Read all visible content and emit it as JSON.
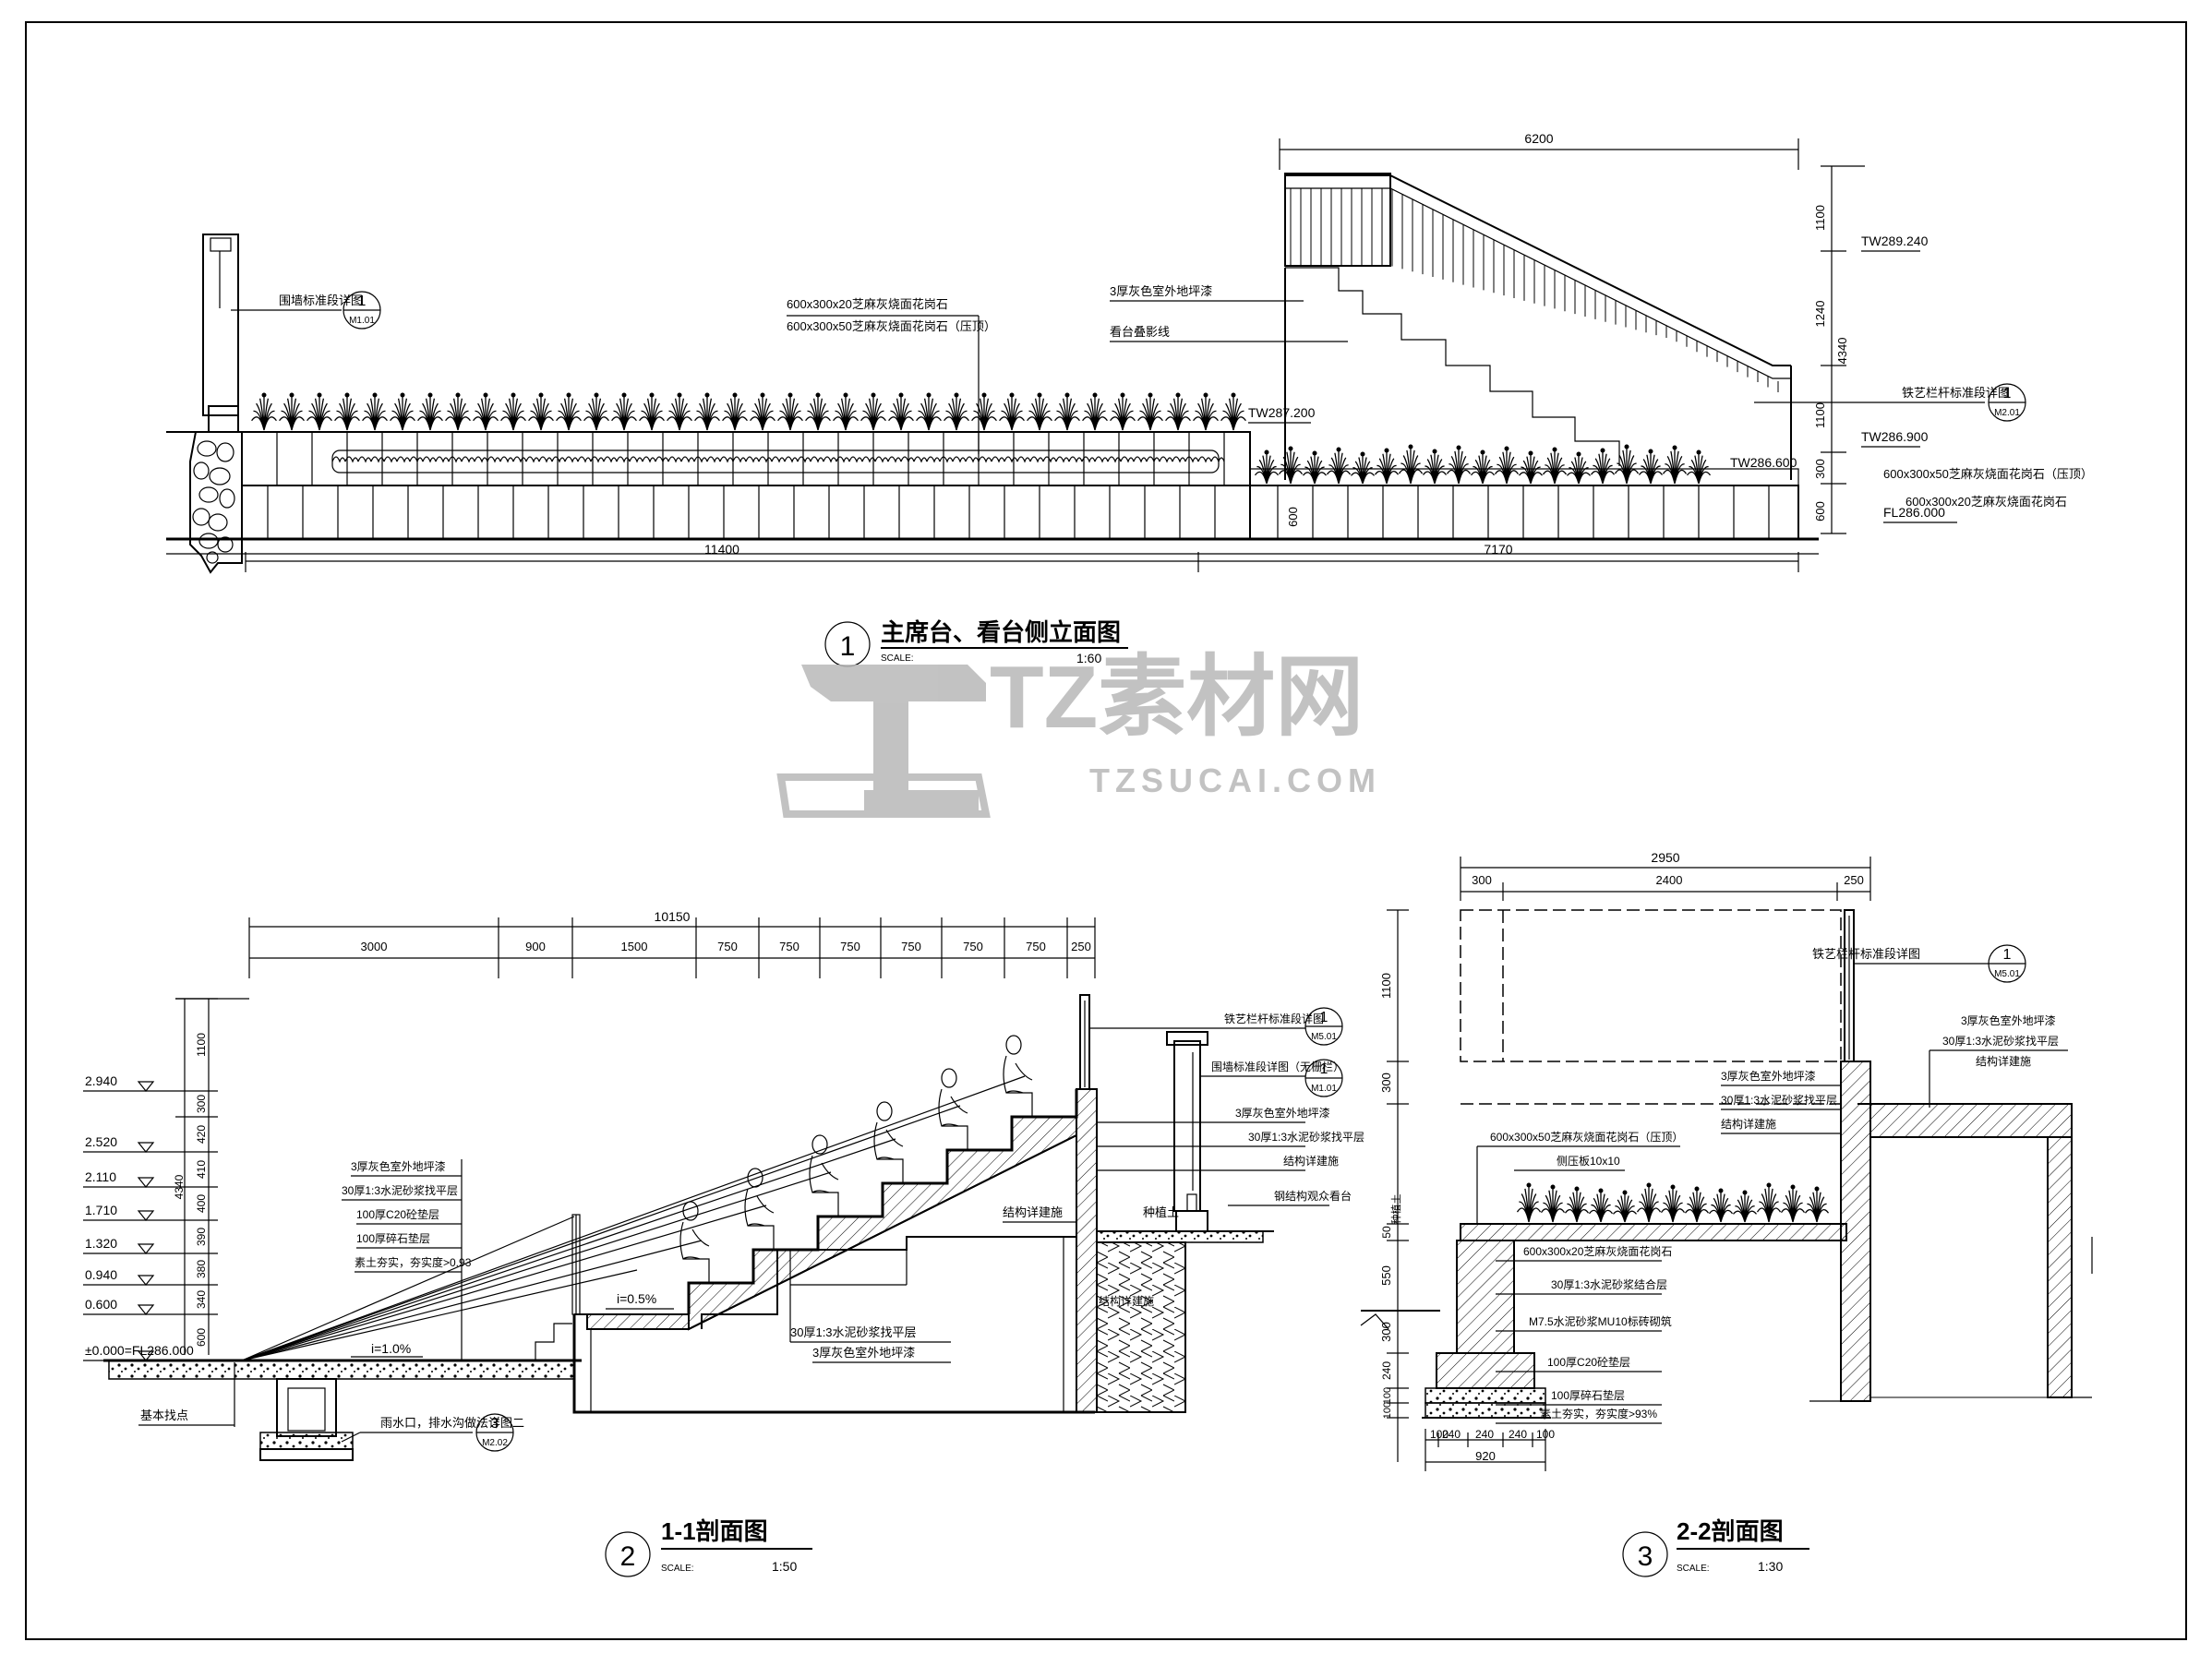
{
  "sheet": {
    "drawings": [
      {
        "id": "elevation",
        "number": "1",
        "title": "主席台、看台侧立面图",
        "scale_label": "SCALE:",
        "scale": "1:60"
      },
      {
        "id": "section-1-1",
        "number": "2",
        "title": "1-1剖面图",
        "scale_label": "SCALE:",
        "scale": "1:50"
      },
      {
        "id": "section-2-2",
        "number": "3",
        "title": "2-2剖面图",
        "scale_label": "SCALE:",
        "scale": "1:30"
      }
    ]
  },
  "watermark": {
    "brand": "TZ素材网",
    "url": "TZSUCAI.COM"
  },
  "elevation": {
    "dims_top": [
      "6200"
    ],
    "dims_bottom": [
      "11400",
      "7170"
    ],
    "dims_right": [
      "1100",
      "1240",
      "4340",
      "1100",
      "300",
      "600"
    ],
    "dim_mid": "600",
    "levels": [
      "TW289.240",
      "TW287.200",
      "TW286.900",
      "TW286.600",
      "FL286.000"
    ],
    "notes": [
      "围墙标准段详图",
      "600x300x20芝麻灰烧面花岗石",
      "600x300x50芝麻灰烧面花岗石（压顶）",
      "3厚灰色室外地坪漆",
      "看台叠影线",
      "铁艺栏杆标准段详图",
      "600x300x50芝麻灰烧面花岗石（压顶）",
      "600x300x20芝麻灰烧面花岗石"
    ],
    "callouts": [
      {
        "num": "1",
        "ref": "M1.01"
      },
      {
        "num": "1",
        "ref": "M2.01"
      }
    ]
  },
  "section1": {
    "dims_top_total": "10150",
    "dims_top": [
      "3000",
      "900",
      "1500",
      "750",
      "750",
      "750",
      "750",
      "750",
      "750",
      "250"
    ],
    "dims_left": [
      "1100",
      "300",
      "420",
      "410",
      "400",
      "390",
      "380",
      "340",
      "600"
    ],
    "dim_left_total": "4340",
    "levels": [
      "2.940",
      "2.520",
      "2.110",
      "1.710",
      "1.320",
      "0.940",
      "0.600",
      "±0.000=FL286.000"
    ],
    "slopes": [
      "i=0.5%",
      "i=1.0%"
    ],
    "notes_left": [
      "3厚灰色室外地坪漆",
      "30厚1:3水泥砂浆找平层",
      "100厚C20砼垫层",
      "100厚碎石垫层",
      "素土夯实，夯实度>0.93"
    ],
    "notes_right": [
      "铁艺栏杆标准段详图",
      "围墙标准段详图（无栅栏）",
      "3厚灰色室外地坪漆",
      "30厚1:3水泥砂浆找平层",
      "结构详建施",
      "钢结构观众看台",
      "结构详建施",
      "种植土"
    ],
    "notes_bottom": [
      "30厚1:3水泥砂浆找平层",
      "3厚灰色室外地坪漆"
    ],
    "drain_note": "雨水口，排水沟做法详图二",
    "base_note": "基本找点",
    "callouts": [
      {
        "num": "1",
        "ref": "M5.01"
      },
      {
        "num": "1",
        "ref": "M1.01"
      },
      {
        "num": "3",
        "ref": "M2.02"
      }
    ]
  },
  "section2": {
    "dims_top_total": "2950",
    "dims_top": [
      "300",
      "2400",
      "250"
    ],
    "dims_left": [
      "1100",
      "300",
      "50",
      "550",
      "300",
      "240",
      "100",
      "100"
    ],
    "dims_bottom": [
      "100",
      "240",
      "240",
      "240",
      "100"
    ],
    "dim_bottom_total": "920",
    "notes": [
      "铁艺栏杆标准段详图",
      "3厚灰色室外地坪漆",
      "30厚1:3水泥砂浆找平层",
      "结构详建施",
      "3厚灰色室外地坪漆",
      "30厚1:3水泥砂浆找平层",
      "结构详建施",
      "600x300x50芝麻灰烧面花岗石（压顶）",
      "侧压板10x10",
      "600x300x20芝麻灰烧面花岗石",
      "30厚1:3水泥砂浆结合层",
      "M7.5水泥砂浆MU10标砖砌筑",
      "100厚C20砼垫层",
      "100厚碎石垫层",
      "素土夯实，夯实度>93%",
      "种植土"
    ],
    "callout": {
      "num": "1",
      "ref": "M5.01"
    }
  }
}
